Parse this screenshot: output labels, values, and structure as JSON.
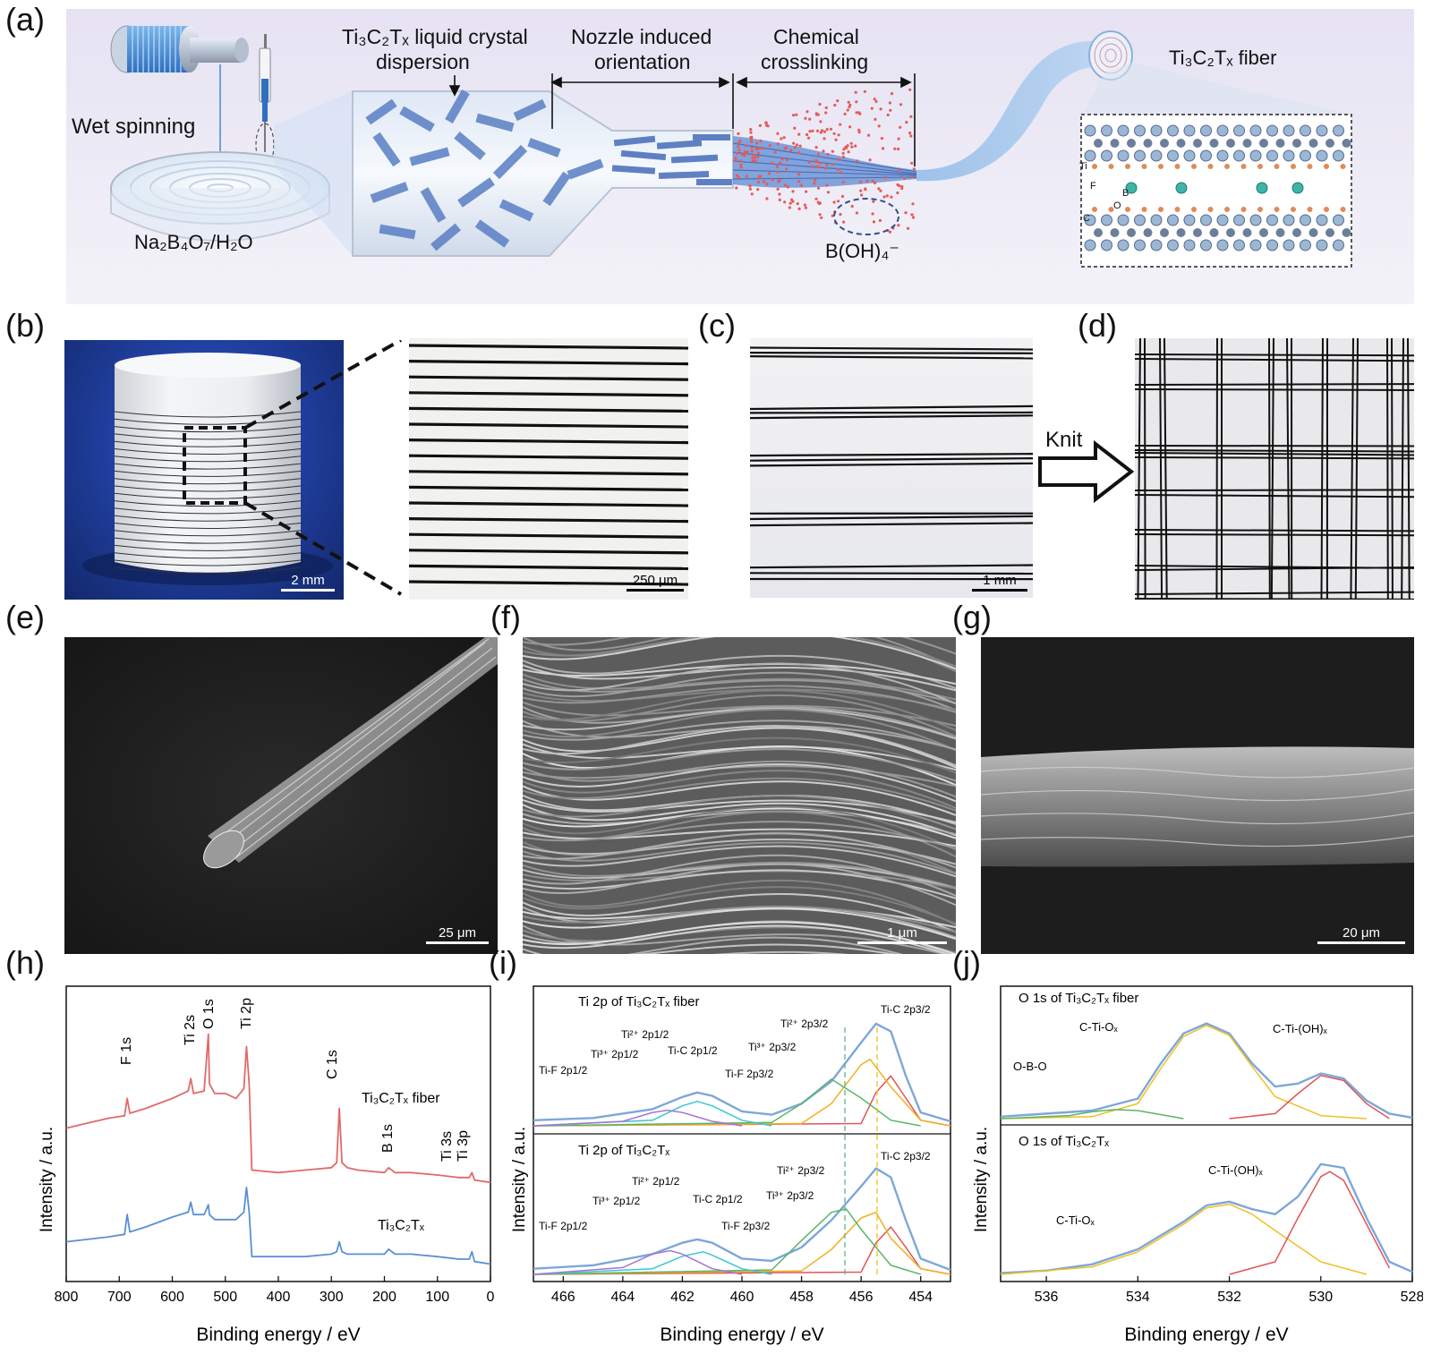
{
  "panel_labels": [
    "(a)",
    "(b)",
    "(c)",
    "(d)",
    "(e)",
    "(f)",
    "(g)",
    "(h)",
    "(i)",
    "(j)"
  ],
  "panel_a": {
    "wet_spinning": "Wet spinning",
    "bath_label": "Na₂B₄O₇/H₂O",
    "dispersion_label_1": "Ti₃C₂Tₓ liquid crystal",
    "dispersion_label_2": "dispersion",
    "nozzle_label_1": "Nozzle induced",
    "nozzle_label_2": "orientation",
    "crosslink_label_1": "Chemical",
    "crosslink_label_2": "crosslinking",
    "borate_label": "B(OH)₄⁻",
    "fiber_label": "Ti₃C₂Tₓ fiber",
    "atom_labels": [
      "Ti",
      "F",
      "B",
      "O",
      "C"
    ]
  },
  "scale_bars": {
    "b_left": "2 mm",
    "b_right": "250 μm",
    "c": "1 mm",
    "e": "25 μm",
    "f": "1 μm",
    "g": "20 μm"
  },
  "arrow_knit": "Knit",
  "chart_data": [
    {
      "panel": "(h)",
      "type": "line",
      "xlabel": "Binding energy / eV",
      "ylabel": "Intensity / a.u.",
      "xlim": [
        800,
        0
      ],
      "xticks": [
        800,
        700,
        600,
        500,
        400,
        300,
        200,
        100,
        0
      ],
      "series": [
        {
          "name": "Ti₃C₂Tₓ fiber",
          "color": "#e06a6a",
          "x": [
            800,
            760,
            720,
            690,
            685,
            680,
            650,
            600,
            570,
            565,
            560,
            540,
            532,
            530,
            520,
            500,
            480,
            465,
            460,
            455,
            450,
            400,
            350,
            300,
            290,
            285,
            280,
            270,
            250,
            200,
            192,
            180,
            150,
            100,
            60,
            40,
            35,
            30,
            0
          ],
          "y": [
            0.52,
            0.54,
            0.56,
            0.57,
            0.64,
            0.58,
            0.6,
            0.64,
            0.67,
            0.72,
            0.66,
            0.67,
            0.9,
            0.7,
            0.66,
            0.66,
            0.64,
            0.68,
            0.85,
            0.7,
            0.35,
            0.34,
            0.35,
            0.36,
            0.38,
            0.6,
            0.38,
            0.36,
            0.35,
            0.34,
            0.36,
            0.34,
            0.34,
            0.33,
            0.32,
            0.32,
            0.34,
            0.31,
            0.3
          ]
        },
        {
          "name": "Ti₃C₂Tₓ",
          "color": "#5b8fd6",
          "x": [
            800,
            760,
            720,
            690,
            685,
            680,
            650,
            600,
            570,
            565,
            560,
            540,
            532,
            530,
            520,
            500,
            480,
            465,
            460,
            455,
            450,
            400,
            350,
            300,
            290,
            285,
            280,
            270,
            250,
            200,
            192,
            180,
            150,
            100,
            60,
            40,
            35,
            30,
            0
          ],
          "y": [
            0.06,
            0.07,
            0.08,
            0.09,
            0.17,
            0.1,
            0.12,
            0.16,
            0.18,
            0.22,
            0.17,
            0.17,
            0.21,
            0.17,
            0.15,
            0.15,
            0.15,
            0.18,
            0.28,
            0.18,
            0.0,
            0.0,
            0.0,
            0.01,
            0.02,
            0.06,
            0.02,
            0.01,
            0.01,
            0.01,
            0.03,
            0.01,
            0.01,
            0.0,
            -0.01,
            -0.01,
            0.02,
            -0.02,
            -0.03
          ]
        }
      ],
      "annotations": [
        "F 1s",
        "Ti 2s",
        "O 1s",
        "Ti 2p",
        "C 1s",
        "B 1s",
        "Ti 3s",
        "Ti 3p"
      ]
    },
    {
      "panel": "(i)",
      "type": "line",
      "xlabel": "Binding energy / eV",
      "ylabel": "Intensity / a.u.",
      "xlim": [
        467,
        453
      ],
      "xticks": [
        466,
        464,
        462,
        460,
        458,
        456,
        454
      ],
      "subplots": [
        {
          "title": "Ti 2p of Ti₃C₂Tₓ fiber",
          "series": [
            {
              "name": "envelope",
              "color": "#7da7d9",
              "x": [
                467,
                465,
                463,
                462,
                461.5,
                461,
                460,
                459,
                458,
                457,
                456,
                455.5,
                455,
                454.5,
                454,
                453
              ],
              "y": [
                0.05,
                0.07,
                0.15,
                0.26,
                0.3,
                0.27,
                0.13,
                0.1,
                0.2,
                0.4,
                0.75,
                0.92,
                0.85,
                0.45,
                0.12,
                0.04
              ]
            },
            {
              "name": "Ti-C 2p3/2",
              "color": "#e05555",
              "x": [
                467,
                456,
                455.5,
                455,
                454.5,
                454,
                453
              ],
              "y": [
                0,
                0.02,
                0.3,
                0.45,
                0.25,
                0.05,
                0
              ]
            },
            {
              "name": "Ti2+ 2p3/2",
              "color": "#f0b020",
              "x": [
                467,
                458,
                457,
                456,
                455.7,
                455,
                454,
                453
              ],
              "y": [
                0,
                0.02,
                0.2,
                0.55,
                0.6,
                0.35,
                0.05,
                0
              ]
            },
            {
              "name": "Ti3+ 2p3/2",
              "color": "#5ab56a",
              "x": [
                467,
                459,
                458,
                457,
                456,
                455,
                454
              ],
              "y": [
                0,
                0.03,
                0.2,
                0.42,
                0.25,
                0.05,
                0
              ]
            },
            {
              "name": "Ti2+ 2p1/2",
              "color": "#3ac6d6",
              "x": [
                467,
                463,
                462,
                461.5,
                461,
                460,
                459
              ],
              "y": [
                0,
                0.05,
                0.18,
                0.22,
                0.18,
                0.05,
                0
              ]
            },
            {
              "name": "Ti3+ 2p1/2",
              "color": "#a874d4",
              "x": [
                467,
                464,
                463,
                462.5,
                462,
                461,
                460
              ],
              "y": [
                0,
                0.04,
                0.12,
                0.14,
                0.12,
                0.04,
                0
              ]
            }
          ]
        },
        {
          "title": "Ti 2p of Ti₃C₂Tₓ",
          "series": [
            {
              "name": "envelope",
              "color": "#7da7d9",
              "x": [
                467,
                465,
                463,
                462,
                461.5,
                461,
                460,
                459,
                458,
                457,
                456,
                455.5,
                455,
                454.5,
                454,
                453
              ],
              "y": [
                0.05,
                0.08,
                0.18,
                0.28,
                0.31,
                0.28,
                0.14,
                0.12,
                0.24,
                0.48,
                0.78,
                0.94,
                0.86,
                0.48,
                0.14,
                0.04
              ]
            },
            {
              "name": "Ti-C 2p3/2",
              "color": "#e05555",
              "x": [
                467,
                456,
                455.5,
                455,
                454.5,
                454,
                453
              ],
              "y": [
                0,
                0.02,
                0.28,
                0.42,
                0.24,
                0.05,
                0
              ]
            },
            {
              "name": "Ti2+ 2p3/2",
              "color": "#f0b020",
              "x": [
                467,
                458,
                457,
                456,
                455.5,
                455,
                454,
                453
              ],
              "y": [
                0,
                0.03,
                0.22,
                0.5,
                0.55,
                0.32,
                0.05,
                0
              ]
            },
            {
              "name": "Ti3+ 2p3/2",
              "color": "#5ab56a",
              "x": [
                467,
                459,
                458,
                457,
                456.5,
                456,
                455,
                454
              ],
              "y": [
                0,
                0.04,
                0.3,
                0.55,
                0.58,
                0.4,
                0.08,
                0
              ]
            },
            {
              "name": "Ti2+ 2p1/2",
              "color": "#3ac6d6",
              "x": [
                467,
                463,
                462,
                461.3,
                461,
                460,
                459
              ],
              "y": [
                0,
                0.05,
                0.16,
                0.2,
                0.17,
                0.05,
                0
              ]
            },
            {
              "name": "Ti3+ 2p1/2",
              "color": "#a874d4",
              "x": [
                467,
                464,
                463,
                462.4,
                462,
                461,
                460
              ],
              "y": [
                0,
                0.06,
                0.18,
                0.21,
                0.18,
                0.05,
                0
              ]
            }
          ]
        }
      ],
      "annotations_top": [
        "Ti-F 2p1/2",
        "Ti³⁺ 2p1/2",
        "Ti²⁺ 2p1/2",
        "Ti-C 2p1/2",
        "Ti-F 2p3/2",
        "Ti³⁺ 2p3/2",
        "Ti²⁺ 2p3/2",
        "Ti-C 2p3/2"
      ],
      "annotations_bottom": [
        "Ti-F 2p1/2",
        "Ti³⁺ 2p1/2",
        "Ti²⁺ 2p1/2",
        "Ti-C 2p1/2",
        "Ti-F 2p3/2",
        "Ti³⁺ 2p3/2",
        "Ti²⁺ 2p3/2",
        "Ti-C 2p3/2"
      ]
    },
    {
      "panel": "(j)",
      "type": "line",
      "xlabel": "Binding energy / eV",
      "ylabel": "Intensity / a.u.",
      "xlim": [
        537,
        528
      ],
      "xticks": [
        536,
        534,
        532,
        530,
        528
      ],
      "subplots": [
        {
          "title": "O 1s of Ti₃C₂Tₓ fiber",
          "series": [
            {
              "name": "envelope",
              "color": "#7da7d9",
              "x": [
                537,
                535,
                534,
                533.5,
                533,
                532.5,
                532,
                531.5,
                531,
                530.5,
                530,
                529.5,
                529,
                528.5,
                528
              ],
              "y": [
                0.02,
                0.08,
                0.2,
                0.55,
                0.85,
                0.95,
                0.85,
                0.55,
                0.32,
                0.35,
                0.45,
                0.4,
                0.18,
                0.05,
                0.01
              ]
            },
            {
              "name": "C-Ti-Ox",
              "color": "#f0c020",
              "x": [
                537,
                535,
                534,
                533.5,
                533,
                532.5,
                532,
                531.5,
                531,
                530,
                529
              ],
              "y": [
                0,
                0.02,
                0.15,
                0.5,
                0.82,
                0.93,
                0.83,
                0.52,
                0.22,
                0.03,
                0
              ]
            },
            {
              "name": "O-B-O",
              "color": "#5ab56a",
              "x": [
                537,
                535.5,
                535,
                534.5,
                534,
                533.5,
                533
              ],
              "y": [
                0,
                0.03,
                0.07,
                0.09,
                0.08,
                0.04,
                0
              ]
            },
            {
              "name": "C-Ti-(OH)x",
              "color": "#e05555",
              "x": [
                532,
                531,
                530.5,
                530,
                529.5,
                529,
                528.5
              ],
              "y": [
                0,
                0.05,
                0.25,
                0.43,
                0.38,
                0.15,
                0
              ]
            }
          ]
        },
        {
          "title": "O 1s of Ti₃C₂Tₓ",
          "series": [
            {
              "name": "envelope",
              "color": "#7da7d9",
              "x": [
                537,
                536,
                535,
                534,
                533,
                532.5,
                532,
                531.5,
                531,
                530.5,
                530,
                529.5,
                529,
                528.5,
                528
              ],
              "y": [
                0.01,
                0.03,
                0.08,
                0.2,
                0.42,
                0.55,
                0.58,
                0.52,
                0.48,
                0.62,
                0.88,
                0.85,
                0.45,
                0.1,
                0.02
              ]
            },
            {
              "name": "C-Ti-Ox",
              "color": "#f0c020",
              "x": [
                537,
                535,
                534,
                533,
                532.5,
                532,
                531.5,
                531,
                530,
                529
              ],
              "y": [
                0,
                0.06,
                0.18,
                0.4,
                0.53,
                0.56,
                0.48,
                0.35,
                0.1,
                0
              ]
            },
            {
              "name": "C-Ti-(OH)x",
              "color": "#e05555",
              "x": [
                532,
                531,
                530.5,
                530,
                529.8,
                529.5,
                529,
                528.5
              ],
              "y": [
                0,
                0.1,
                0.45,
                0.78,
                0.82,
                0.75,
                0.4,
                0.05
              ]
            }
          ]
        }
      ],
      "annotations_top": [
        "O-B-O",
        "C-Ti-Oₓ",
        "C-Ti-(OH)ₓ"
      ],
      "annotations_bottom": [
        "C-Ti-Oₓ",
        "C-Ti-(OH)ₓ"
      ]
    }
  ],
  "colors": {
    "fiber_red": "#e06a6a",
    "mxene_blue": "#5b8fd6",
    "panel_a_bg": "#e8e5f3",
    "sheet_blue": "#5a7fc4",
    "borate_red": "#e65a5a"
  }
}
